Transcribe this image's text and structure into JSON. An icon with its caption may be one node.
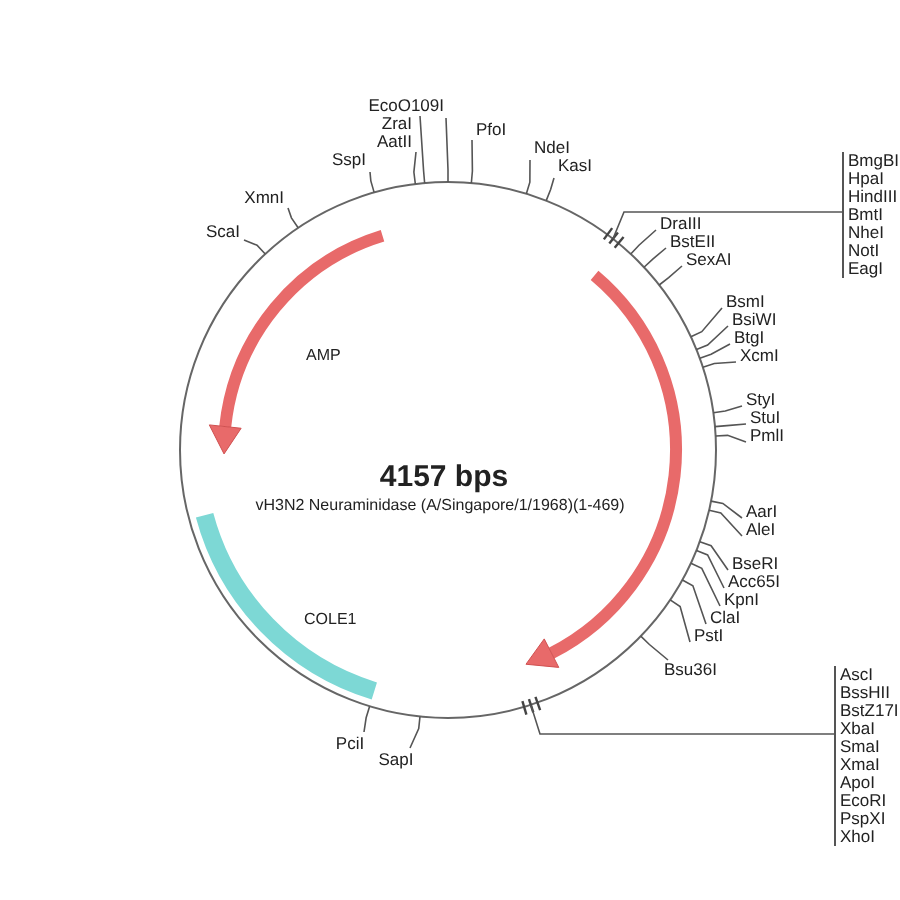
{
  "diagram": {
    "nodes": [
      {
        "text": [
          "EcoO109I"
        ]
      },
      {
        "text": [
          "ZraI"
        ]
      },
      {
        "text": [
          "AatII"
        ]
      },
      {
        "text": [
          "PfoI"
        ]
      },
      {
        "text": [
          "NdeI"
        ]
      },
      {
        "text": [
          "KasI"
        ]
      },
      {
        "text": [
          "BmgBI",
          "HpaI",
          "HindIII",
          "BmtI",
          "NheI",
          "NotI",
          "EagI"
        ]
      },
      {
        "text": [
          "DraIII"
        ]
      },
      {
        "text": [
          "BstEII"
        ]
      },
      {
        "text": [
          "SexAI"
        ]
      },
      {
        "text": [
          "BsmI"
        ]
      },
      {
        "text": [
          "BsiWI"
        ]
      },
      {
        "text": [
          "BtgI"
        ]
      },
      {
        "text": [
          "XcmI"
        ]
      },
      {
        "text": [
          "StyI"
        ]
      },
      {
        "text": [
          "StuI"
        ]
      },
      {
        "text": [
          "PmlI"
        ]
      },
      {
        "text": [
          "AarI"
        ]
      },
      {
        "text": [
          "AleI"
        ]
      },
      {
        "text": [
          "BseRI"
        ]
      },
      {
        "text": [
          "Acc65I"
        ]
      },
      {
        "text": [
          "KpnI"
        ]
      },
      {
        "text": [
          "ClaI"
        ]
      },
      {
        "text": [
          "PstI"
        ]
      },
      {
        "text": [
          "Bsu36I"
        ]
      },
      {
        "text": [
          "AscI",
          "BssHII",
          "BstZ17I",
          "XbaI",
          "SmaI",
          "XmaI",
          "ApoI",
          "EcoRI",
          "PspXI",
          "XhoI"
        ]
      },
      {
        "text": [
          "SapI"
        ]
      },
      {
        "text": [
          "PciI"
        ]
      },
      {
        "text": [
          "ScaI"
        ]
      },
      {
        "text": [
          "XmnI"
        ]
      },
      {
        "text": [
          "SspI"
        ]
      },
      {
        "text": [],
        "shape": "circle"
      }
    ],
    "edges": [
      {
        "from": 0,
        "to": 31,
        "arrow": "none"
      },
      {
        "from": 1,
        "to": 31,
        "arrow": "none"
      },
      {
        "from": 2,
        "to": 31,
        "arrow": "none"
      },
      {
        "from": 3,
        "to": 31,
        "arrow": "none"
      },
      {
        "from": 4,
        "to": 31,
        "arrow": "none"
      },
      {
        "from": 5,
        "to": 31,
        "arrow": "none"
      },
      {
        "from": 6,
        "to": 31,
        "arrow": "none"
      },
      {
        "from": 7,
        "to": 31,
        "arrow": "none"
      },
      {
        "from": 8,
        "to": 31,
        "arrow": "none"
      },
      {
        "from": 9,
        "to": 31,
        "arrow": "none"
      },
      {
        "from": 10,
        "to": 31,
        "arrow": "none"
      },
      {
        "from": 11,
        "to": 31,
        "arrow": "none"
      },
      {
        "from": 12,
        "to": 31,
        "arrow": "none"
      },
      {
        "from": 13,
        "to": 31,
        "arrow": "none"
      },
      {
        "from": 14,
        "to": 31,
        "arrow": "none"
      },
      {
        "from": 15,
        "to": 31,
        "arrow": "none"
      },
      {
        "from": 16,
        "to": 31,
        "arrow": "none"
      },
      {
        "from": 17,
        "to": 31,
        "arrow": "none"
      },
      {
        "from": 18,
        "to": 31,
        "arrow": "none"
      },
      {
        "from": 19,
        "to": 31,
        "arrow": "none"
      },
      {
        "from": 20,
        "to": 31,
        "arrow": "none"
      },
      {
        "from": 21,
        "to": 31,
        "arrow": "none"
      },
      {
        "from": 22,
        "to": 31,
        "arrow": "none"
      },
      {
        "from": 23,
        "to": 31,
        "arrow": "none"
      },
      {
        "from": 24,
        "to": 31,
        "arrow": "none"
      },
      {
        "from": 25,
        "to": 31,
        "arrow": "none"
      },
      {
        "from": 26,
        "to": 31,
        "arrow": "none"
      },
      {
        "from": 27,
        "to": 31,
        "arrow": "none"
      },
      {
        "from": 28,
        "to": 31,
        "arrow": "none"
      },
      {
        "from": 29,
        "to": 31,
        "arrow": "none"
      },
      {
        "from": 30,
        "to": 31,
        "arrow": "none"
      }
    ],
    "labels": [
      "AMP",
      "COLE1",
      "4157 bps",
      "vH3N2 Neuraminidase (A/Singapore/1/1968)(1-469)"
    ]
  }
}
